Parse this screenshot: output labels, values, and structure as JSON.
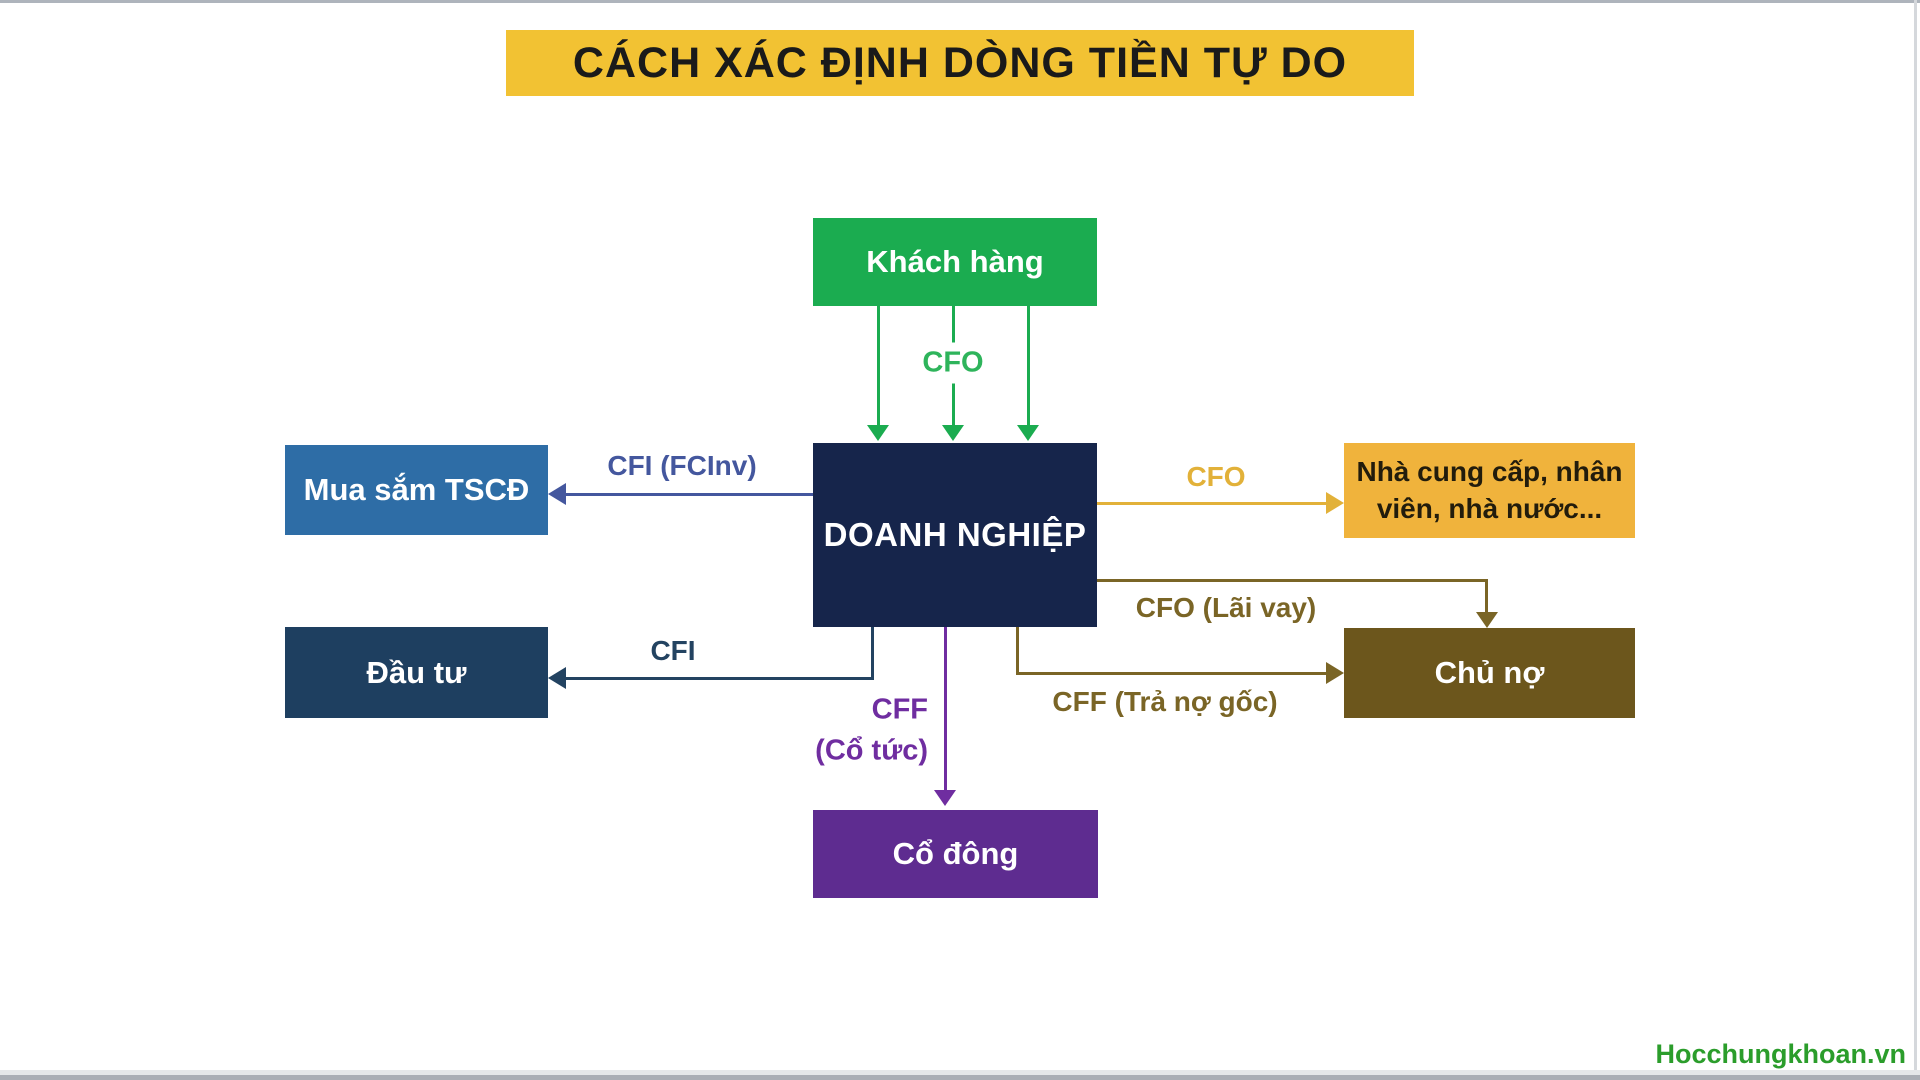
{
  "palette": {
    "page-bg": "#FFFFFF",
    "edge-line": "#AEB4BC",
    "banner-bg": "#F2C233",
    "banner-text": "#1A1A1A",
    "green": "#1BAC50",
    "green-label": "#2EB45B",
    "navy": "#16254B",
    "blue": "#2E6DA6",
    "blue-line": "#44579E",
    "darkblue": "#1E3F60",
    "darkblue-line": "#234361",
    "orange": "#F0B33C",
    "orange-text": "#221C0C",
    "gold": "#E2B139",
    "olive": "#6C561C",
    "olive-line": "#7A6526",
    "purple": "#5E2C90",
    "purple-line": "#6F2DA0",
    "watermark-green": "#2B9D2B",
    "box-text": "#FFFFFF"
  },
  "header": {
    "title": "CÁCH XÁC ĐỊNH DÒNG TIỀN TỰ DO"
  },
  "nodes": {
    "customer": {
      "label": "Khách hàng"
    },
    "enterprise": {
      "label": "DOANH NGHIỆP"
    },
    "fixed_assets": {
      "label": "Mua sắm TSCĐ"
    },
    "investment": {
      "label": "Đầu tư"
    },
    "suppliers": {
      "label": "Nhà cung cấp, nhân viên, nhà nước..."
    },
    "creditors": {
      "label": "Chủ nợ"
    },
    "shareholders": {
      "label": "Cổ đông"
    }
  },
  "flows": {
    "cfo_in": {
      "label": "CFO"
    },
    "cfi_fcinv": {
      "label": "CFI (FCInv)"
    },
    "cfi": {
      "label": "CFI"
    },
    "cfo_out": {
      "label": "CFO"
    },
    "cfo_interest": {
      "label": "CFO (Lãi vay)"
    },
    "cff_principal": {
      "label": "CFF (Trả nợ gốc)"
    },
    "cff_dividend_line1": {
      "label": "CFF"
    },
    "cff_dividend_line2": {
      "label": "(Cổ tức)"
    }
  },
  "footer": {
    "watermark": "Hocchungkhoan.vn"
  }
}
